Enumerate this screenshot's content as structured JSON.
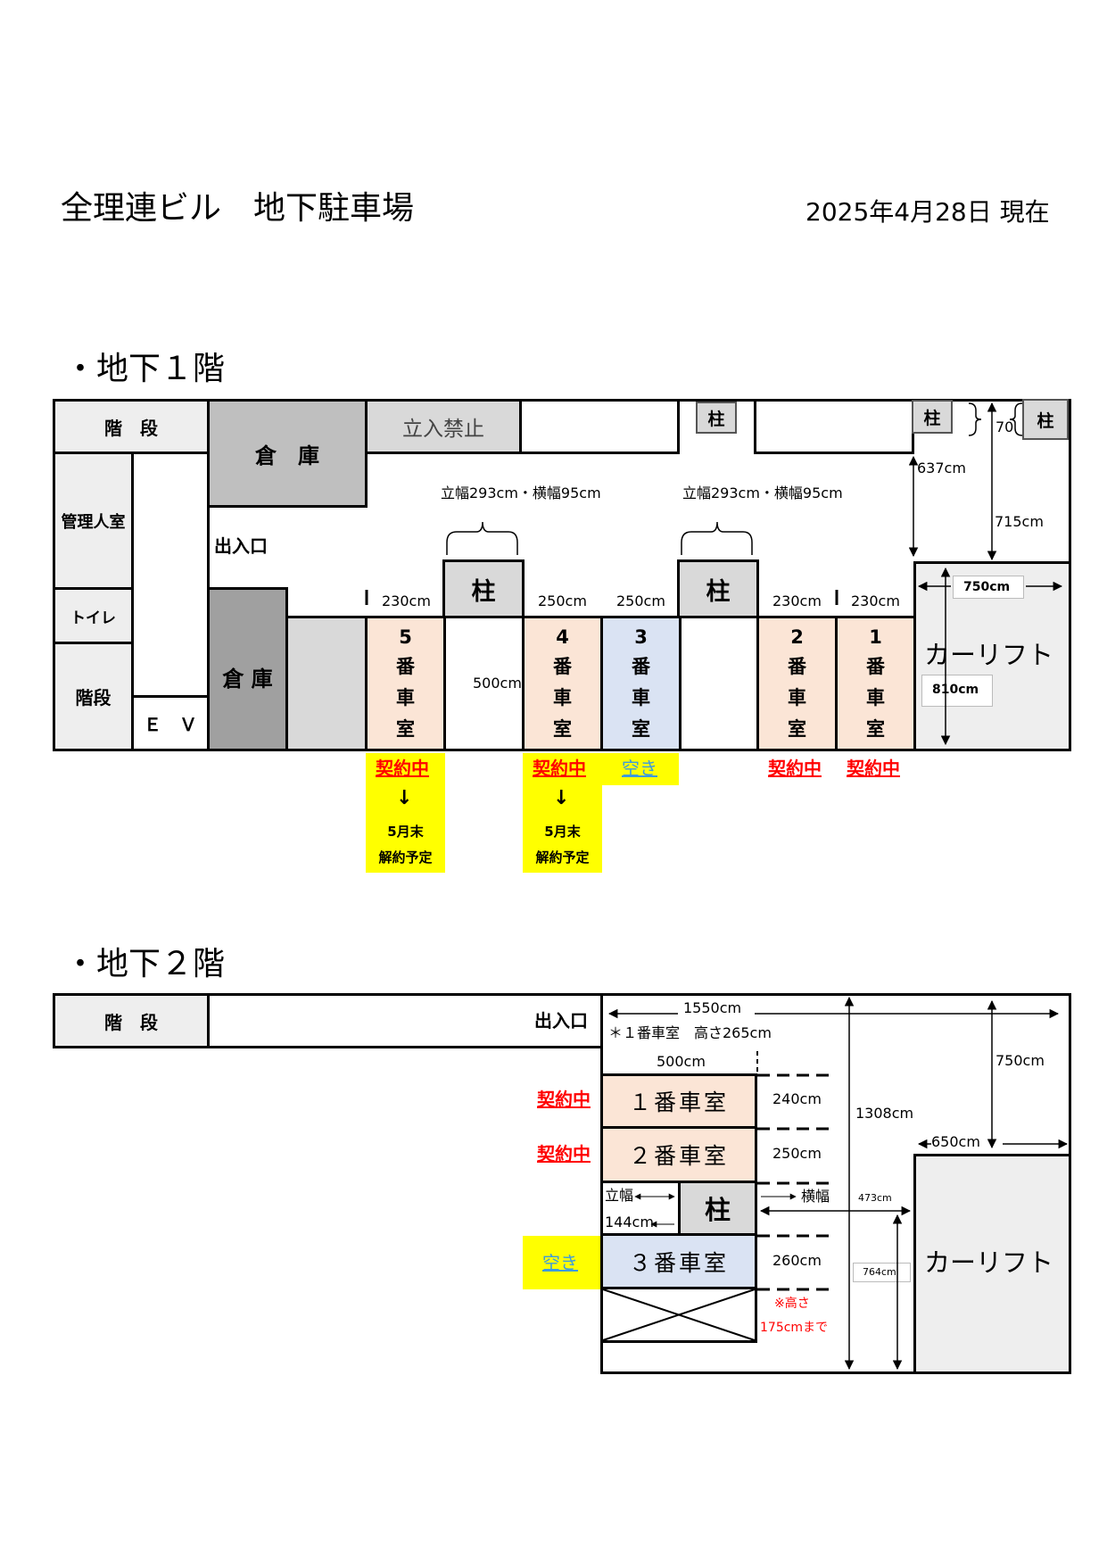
{
  "header": {
    "title": "全理連ビル　地下駐車場",
    "date": "2025年4月28日 現在"
  },
  "b1": {
    "heading": "・地下１階",
    "stairs_top": "階　段",
    "kanri": "管理人室",
    "toilet": "トイレ",
    "stairs_bottom": "階段",
    "ev": "Ｅ　Ｖ",
    "soko_top": "倉　庫",
    "soko_bottom": "倉 庫",
    "entrance": "出入口",
    "tachiiri": "立入禁止",
    "pillar": "柱",
    "pillar_dim": "立幅293cm・横幅95cm",
    "dim_637": "637cm",
    "dim_70": "70",
    "dim_715": "715cm",
    "dim_750": "750cm",
    "dim_810": "810cm",
    "dim_500": "500cm",
    "carlift": "カーリフト",
    "rooms": [
      {
        "num": "5",
        "width": "230cm",
        "status": "契約中"
      },
      {
        "num": "4",
        "width": "250cm",
        "status": "契約中"
      },
      {
        "num": "3",
        "width": "250cm",
        "status": "空き"
      },
      {
        "num": "2",
        "width": "230cm",
        "status": "契約中"
      },
      {
        "num": "1",
        "width": "230cm",
        "status": "契約中"
      }
    ],
    "room_chars": [
      "番",
      "車",
      "室"
    ],
    "arrow": "↓",
    "note_line1": "5月末",
    "note_line2": "解約予定"
  },
  "b2": {
    "heading": "・地下２階",
    "stairs": "階　段",
    "entrance": "出入口",
    "dim_1550": "1550cm",
    "height_note": "＊１番車室　高さ265cm",
    "dim_500": "500cm",
    "dim_750": "750cm",
    "dim_1308": "1308cm",
    "dim_650": "650cm",
    "dim_473": "473cm",
    "dim_764": "764cm",
    "rooms": [
      {
        "label": "１番車室",
        "depth": "240cm",
        "status": "契約中"
      },
      {
        "label": "２番車室",
        "depth": "250cm",
        "status": "契約中"
      },
      {
        "label": "３番車室",
        "depth": "260cm",
        "status": "空き"
      }
    ],
    "pillar": "柱",
    "tate": "立幅",
    "dim_144": "144cm",
    "yoko": "横幅",
    "limit_line1": "※高さ",
    "limit_line2": "175cmまで",
    "carlift": "カーリフト"
  },
  "colors": {
    "contract": "#ff0000",
    "vacant": "#3d9bdc",
    "highlight": "#ffff00",
    "room_contract": "#fbe5d6",
    "room_vacant": "#dae3f3"
  }
}
